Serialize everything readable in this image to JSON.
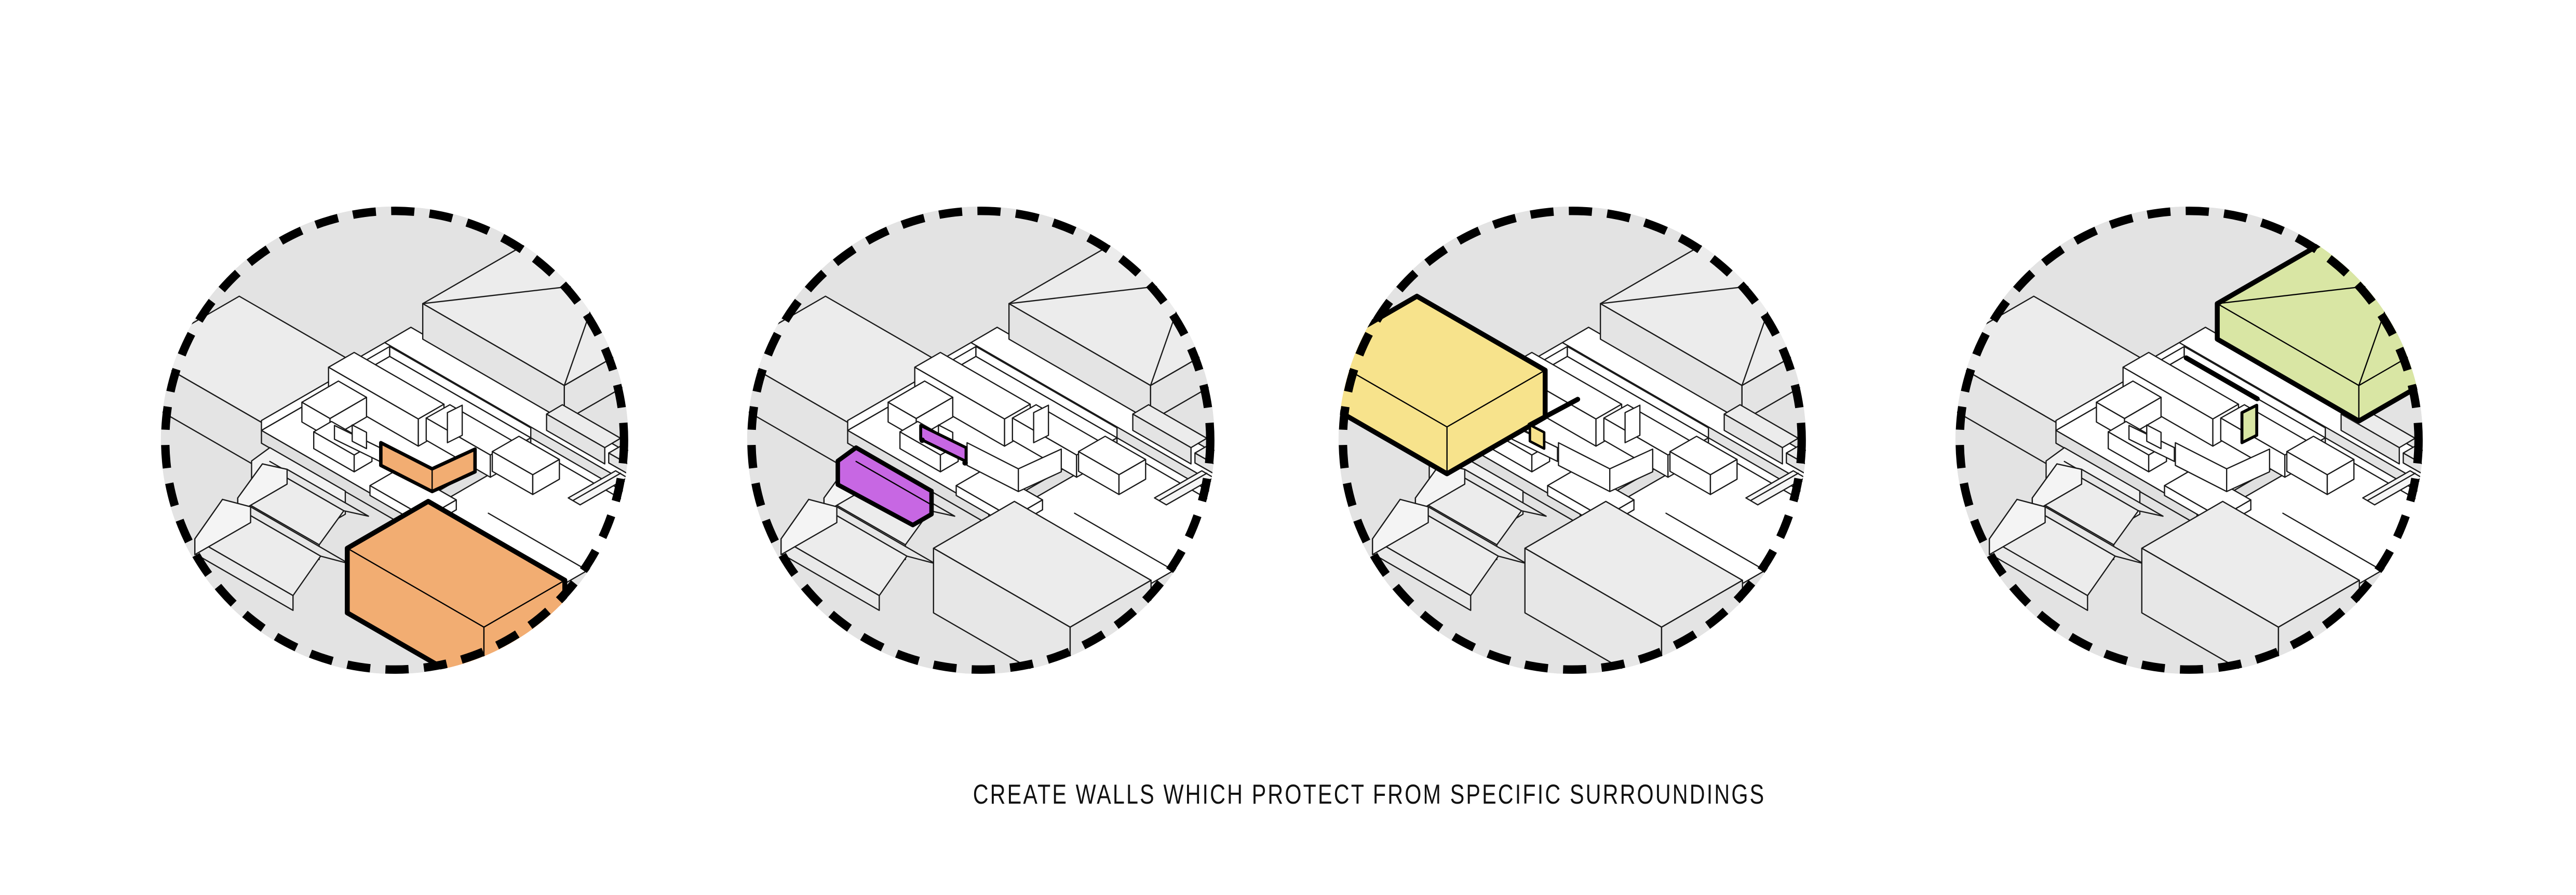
{
  "caption": {
    "text": "CREATE WALLS WHICH PROTECT FROM SPECIFIC SURROUNDINGS"
  },
  "panels": [
    {
      "name": "wall-protecting-from-south-building",
      "highlight_color": "#f2ad72"
    },
    {
      "name": "wall-protecting-from-southwest-house",
      "highlight_color": "#c767e3"
    },
    {
      "name": "wall-protecting-from-northwest-building",
      "highlight_color": "#f7e38c"
    },
    {
      "name": "wall-protecting-from-northeast-building",
      "highlight_color": "#d9e6a4"
    }
  ],
  "palette": {
    "page_background": "#ffffff",
    "context_ground": "#e3e3e3",
    "context_building": "#ececec",
    "site_plan": "#ffffff",
    "outline": "#1a1a1a",
    "dashed_boundary": "#000000"
  }
}
